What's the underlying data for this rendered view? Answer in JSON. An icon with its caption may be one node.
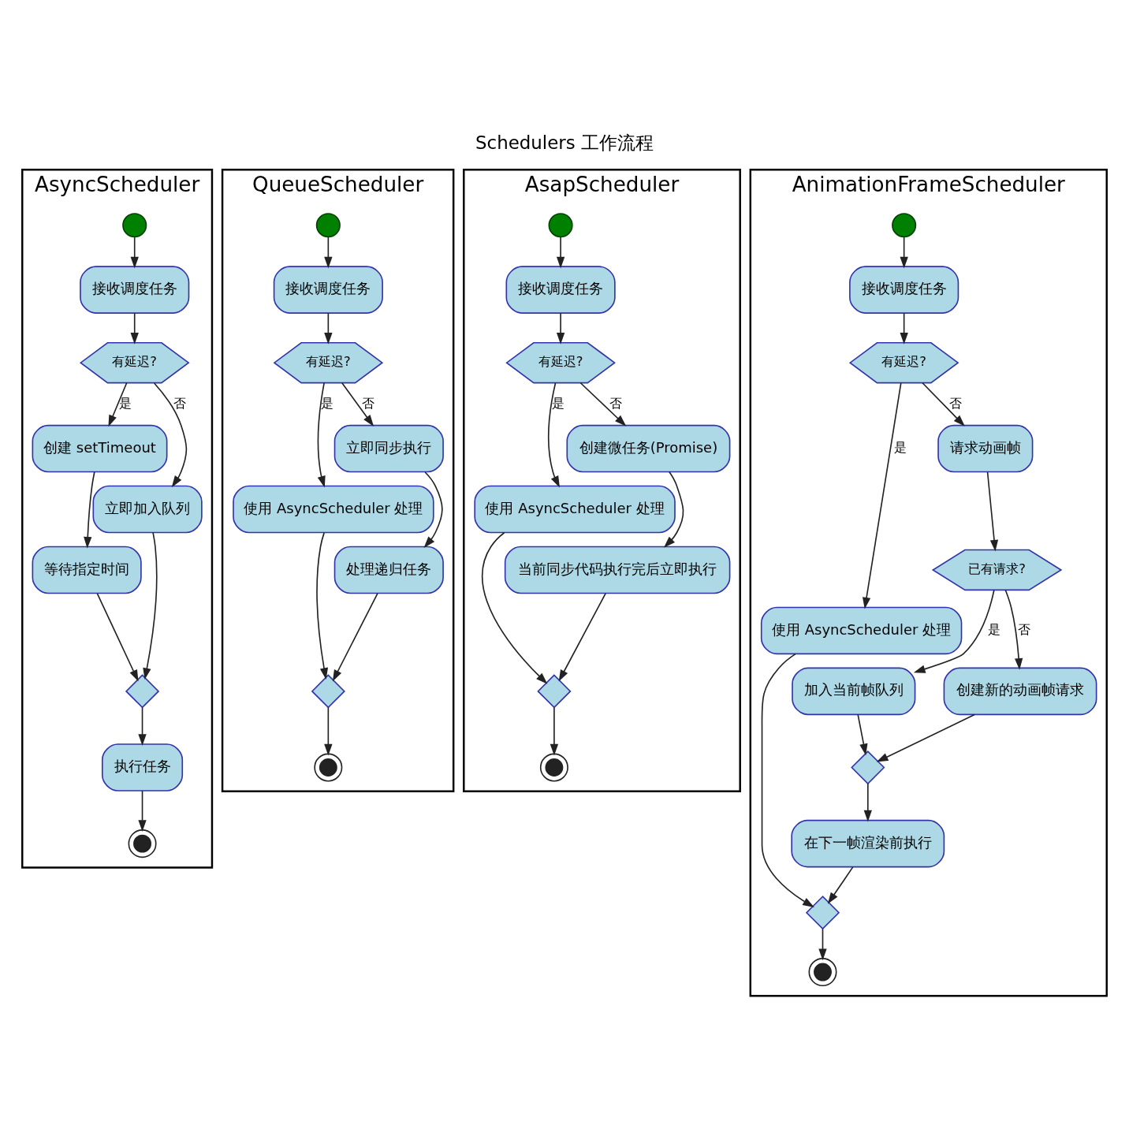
{
  "diagram": {
    "title": "Schedulers 工作流程",
    "nodes": [
      {
        "text": [
          "AsyncScheduler"
        ]
      },
      {
        "text": [],
        "shape": "circle",
        "in": 0
      },
      {
        "text": [
          "接收调度任务"
        ],
        "in": 0
      },
      {
        "text": [
          "有延迟?"
        ],
        "in": 0
      },
      {
        "text": [
          "创建 setTimeout"
        ],
        "in": 0
      },
      {
        "text": [
          "立即加入队列"
        ],
        "in": 0
      },
      {
        "text": [
          "等待指定时间"
        ],
        "in": 0
      },
      {
        "text": [],
        "shape": "diamond",
        "in": 0
      },
      {
        "text": [
          "执行任务"
        ],
        "in": 0
      },
      {
        "text": [],
        "shape": "circle",
        "in": 0
      },
      {
        "text": [
          "QueueScheduler"
        ]
      },
      {
        "text": [],
        "shape": "circle",
        "in": 10
      },
      {
        "text": [
          "接收调度任务"
        ],
        "in": 10
      },
      {
        "text": [
          "有延迟?"
        ],
        "in": 10
      },
      {
        "text": [
          "使用 AsyncScheduler 处理"
        ],
        "in": 10
      },
      {
        "text": [
          "立即同步执行"
        ],
        "in": 10
      },
      {
        "text": [
          "处理递归任务"
        ],
        "in": 10
      },
      {
        "text": [],
        "shape": "diamond",
        "in": 10
      },
      {
        "text": [],
        "shape": "circle",
        "in": 10
      },
      {
        "text": [
          "AsapScheduler"
        ]
      },
      {
        "text": [],
        "shape": "circle",
        "in": 19
      },
      {
        "text": [
          "接收调度任务"
        ],
        "in": 19
      },
      {
        "text": [
          "有延迟?"
        ],
        "in": 19
      },
      {
        "text": [
          "使用 AsyncScheduler 处理"
        ],
        "in": 19
      },
      {
        "text": [
          "创建微任务(Promise)"
        ],
        "in": 19
      },
      {
        "text": [
          "当前同步代码执行完后立即执行"
        ],
        "in": 19
      },
      {
        "text": [],
        "shape": "diamond",
        "in": 19
      },
      {
        "text": [],
        "shape": "circle",
        "in": 19
      },
      {
        "text": [
          "AnimationFrameScheduler"
        ]
      },
      {
        "text": [],
        "shape": "circle",
        "in": 28
      },
      {
        "text": [
          "接收调度任务"
        ],
        "in": 28
      },
      {
        "text": [
          "有延迟?"
        ],
        "in": 28
      },
      {
        "text": [
          "使用 AsyncScheduler 处理"
        ],
        "in": 28
      },
      {
        "text": [
          "请求动画帧"
        ],
        "in": 28
      },
      {
        "text": [
          "已有请求?"
        ],
        "in": 28
      },
      {
        "text": [
          "加入当前帧队列"
        ],
        "in": 28
      },
      {
        "text": [
          "创建新的动画帧请求"
        ],
        "in": 28
      },
      {
        "text": [],
        "shape": "diamond",
        "in": 28
      },
      {
        "text": [
          "在下一帧渲染前执行"
        ],
        "in": 28
      },
      {
        "text": [],
        "shape": "diamond",
        "in": 28
      },
      {
        "text": [],
        "shape": "circle",
        "in": 28
      }
    ],
    "edges": [
      {
        "from": 1,
        "to": 2,
        "arrow": "to"
      },
      {
        "from": 2,
        "to": 3,
        "arrow": "to"
      },
      {
        "from": 3,
        "to": 4,
        "arrow": "to",
        "label": "是"
      },
      {
        "from": 3,
        "to": 5,
        "arrow": "to",
        "label": "否"
      },
      {
        "from": 4,
        "to": 6,
        "arrow": "to"
      },
      {
        "from": 6,
        "to": 7,
        "arrow": "to"
      },
      {
        "from": 5,
        "to": 7,
        "arrow": "to"
      },
      {
        "from": 7,
        "to": 8,
        "arrow": "to"
      },
      {
        "from": 8,
        "to": 9,
        "arrow": "to"
      },
      {
        "from": 11,
        "to": 12,
        "arrow": "to"
      },
      {
        "from": 12,
        "to": 13,
        "arrow": "to"
      },
      {
        "from": 13,
        "to": 14,
        "arrow": "to",
        "label": "是"
      },
      {
        "from": 13,
        "to": 15,
        "arrow": "to",
        "label": "否"
      },
      {
        "from": 15,
        "to": 16,
        "arrow": "to"
      },
      {
        "from": 14,
        "to": 17,
        "arrow": "to"
      },
      {
        "from": 16,
        "to": 17,
        "arrow": "to"
      },
      {
        "from": 17,
        "to": 18,
        "arrow": "to"
      },
      {
        "from": 20,
        "to": 21,
        "arrow": "to"
      },
      {
        "from": 21,
        "to": 22,
        "arrow": "to"
      },
      {
        "from": 22,
        "to": 23,
        "arrow": "to",
        "label": "是"
      },
      {
        "from": 22,
        "to": 24,
        "arrow": "to",
        "label": "否"
      },
      {
        "from": 24,
        "to": 25,
        "arrow": "to"
      },
      {
        "from": 23,
        "to": 26,
        "arrow": "to"
      },
      {
        "from": 25,
        "to": 26,
        "arrow": "to"
      },
      {
        "from": 26,
        "to": 27,
        "arrow": "to"
      },
      {
        "from": 29,
        "to": 30,
        "arrow": "to"
      },
      {
        "from": 30,
        "to": 31,
        "arrow": "to"
      },
      {
        "from": 31,
        "to": 32,
        "arrow": "to",
        "label": "是"
      },
      {
        "from": 31,
        "to": 33,
        "arrow": "to",
        "label": "否"
      },
      {
        "from": 33,
        "to": 34,
        "arrow": "to"
      },
      {
        "from": 34,
        "to": 35,
        "arrow": "to",
        "label": "是"
      },
      {
        "from": 34,
        "to": 36,
        "arrow": "to",
        "label": "否"
      },
      {
        "from": 35,
        "to": 37,
        "arrow": "to"
      },
      {
        "from": 36,
        "to": 37,
        "arrow": "to"
      },
      {
        "from": 37,
        "to": 38,
        "arrow": "to"
      },
      {
        "from": 32,
        "to": 39,
        "arrow": "to"
      },
      {
        "from": 38,
        "to": 39,
        "arrow": "to"
      },
      {
        "from": 39,
        "to": 40,
        "arrow": "to"
      }
    ]
  }
}
